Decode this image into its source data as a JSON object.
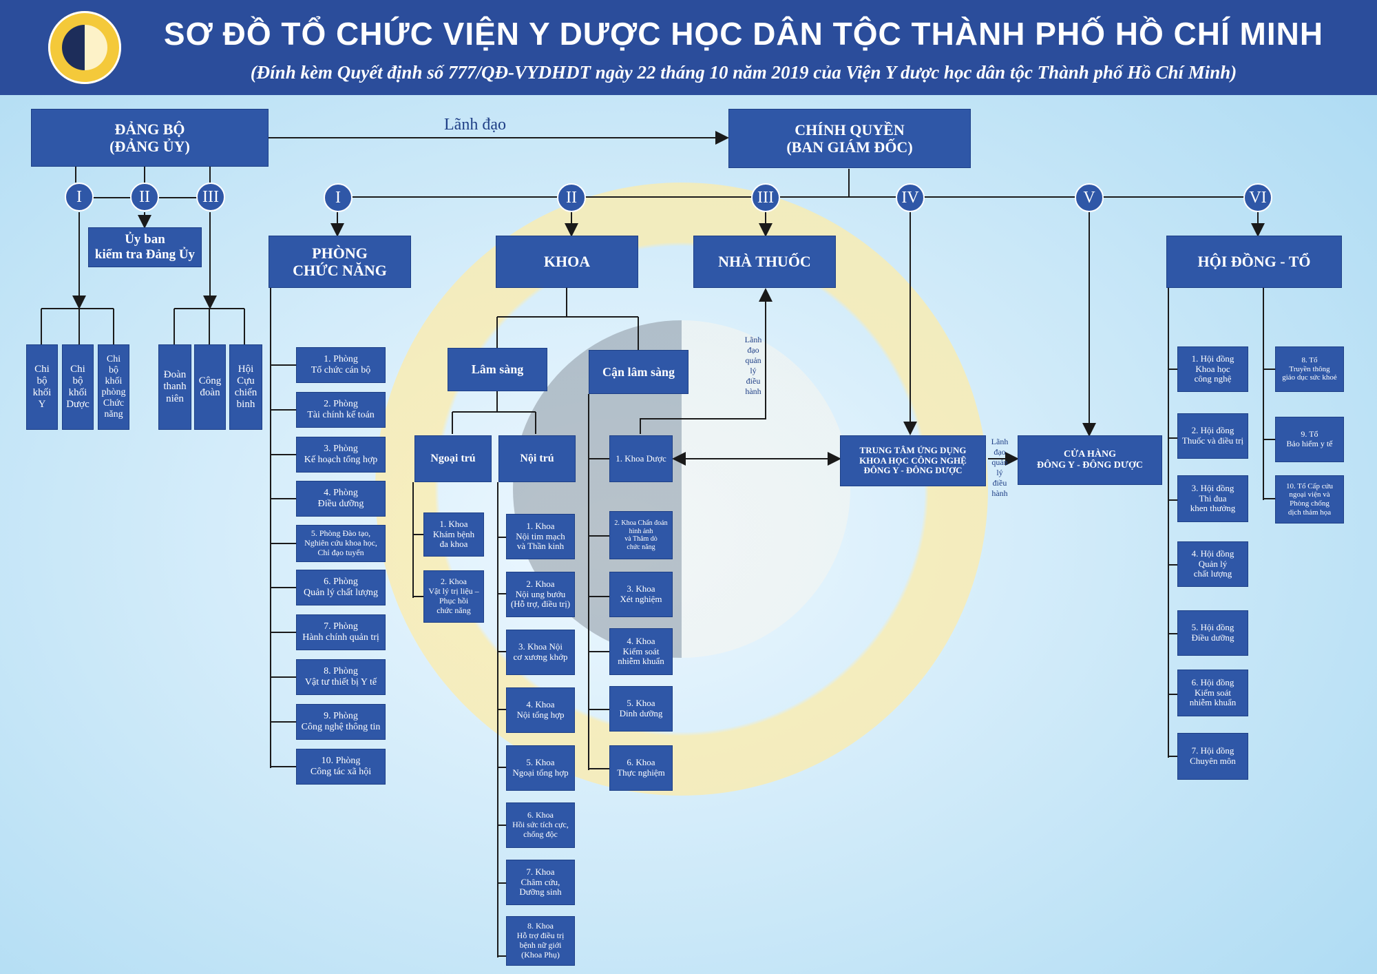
{
  "header": {
    "title": "SƠ ĐỒ TỔ CHỨC VIỆN Y DƯỢC HỌC DÂN TỘC THÀNH PHỐ HỒ CHÍ MINH",
    "subtitle": "(Đính kèm Quyết định số 777/QĐ-VYDHDT ngày 22 tháng 10 năm 2019 của Viện Y dược học dân tộc Thành phố Hồ Chí Minh)",
    "logo_icon": "institute-seal-icon"
  },
  "top": {
    "dang_bo": "ĐẢNG BỘ\n(ĐẢNG ỦY)",
    "chinh_quyen": "CHÍNH QUYỀN\n(BAN GIÁM ĐỐC)",
    "lanh_dao": "Lãnh đạo"
  },
  "party": {
    "numerals": [
      "I",
      "II",
      "III"
    ],
    "uy_ban": "Ủy ban\nkiểm tra Đảng Ủy",
    "group1": [
      "Chi\nbộ\nkhối\nY",
      "Chi\nbộ\nkhối\nDược",
      "Chi\nbộ\nkhối\nphòng\nChức\nnăng"
    ],
    "group3": [
      "Đoàn\nthanh\nniên",
      "Công\nđoàn",
      "Hội\nCựu\nchiến\nbinh"
    ]
  },
  "gov": {
    "numerals": [
      "I",
      "II",
      "III",
      "IV",
      "V",
      "VI"
    ],
    "phong_chuc_nang": "PHÒNG\nCHỨC NĂNG",
    "khoa": "KHOA",
    "nha_thuoc": "NHÀ THUỐC",
    "hoi_dong": "HỘI ĐỒNG - TỔ",
    "trung_tam": "TRUNG TÂM ỨNG DỤNG\nKHOA HỌC CÔNG NGHỆ\nĐÔNG Y - ĐÔNG DƯỢC",
    "cua_hang": "CỬA HÀNG\nĐÔNG Y - ĐÔNG DƯỢC",
    "lanh_dao_quan_ly": "Lãnh\nđạo\nquản\nlý\nđiều\nhành"
  },
  "phong": [
    "1. Phòng\nTổ chức cán bộ",
    "2. Phòng\nTài chính kế toán",
    "3. Phòng\nKế hoạch tổng hợp",
    "4. Phòng\nĐiều dưỡng",
    "5. Phòng Đào tạo,\nNghiên cứu khoa học,\nChỉ đạo tuyến",
    "6. Phòng\nQuản lý chất lượng",
    "7. Phòng\nHành chính quản trị",
    "8. Phòng\nVật tư thiết bị Y tế",
    "9. Phòng\nCông nghệ thông tin",
    "10. Phòng\nCông tác xã hội"
  ],
  "khoa_groups": {
    "lam_sang": "Lâm sàng",
    "can_lam_sang": "Cận lâm sàng",
    "ngoai_tru": "Ngoại trú",
    "noi_tru": "Nội trú"
  },
  "ngoai_tru_items": [
    "1. Khoa\nKhám bệnh\nđa khoa",
    "2. Khoa\nVật lý trị liệu –\nPhục hồi\nchức năng"
  ],
  "noi_tru_items": [
    "1. Khoa\nNội tim mạch\nvà Thần kinh",
    "2. Khoa\nNội ung bướu\n(Hỗ trợ, điều trị)",
    "3. Khoa Nội\ncơ xương khớp",
    "4. Khoa\nNội tổng hợp",
    "5. Khoa\nNgoại tổng hợp",
    "6. Khoa\nHồi sức tích cực,\nchống độc",
    "7. Khoa\nChâm cứu,\nDưỡng sinh",
    "8. Khoa\nHỗ trợ điều trị\nbệnh nữ giới\n(Khoa Phụ)"
  ],
  "can_lam_sang_items": [
    "1. Khoa Dược",
    "2. Khoa Chẩn đoán\nhình ảnh\nvà Thăm dò\nchức năng",
    "3. Khoa\nXét nghiệm",
    "4. Khoa\nKiểm soát\nnhiễm khuẩn",
    "5. Khoa\nDinh dưỡng",
    "6. Khoa\nThực nghiệm"
  ],
  "hoi_dong_left": [
    "1. Hội đồng\nKhoa học\ncông nghệ",
    "2. Hội đồng\nThuốc và điều trị",
    "3. Hội đồng\nThi đua\nkhen thưởng",
    "4. Hội đồng\nQuản lý\nchất lượng",
    "5. Hội đồng\nĐiều dưỡng",
    "6. Hội đồng\nKiểm soát\nnhiễm khuẩn",
    "7. Hội đồng\nChuyên môn"
  ],
  "hoi_dong_right": [
    "8. Tổ\nTruyền thông\ngiáo dục sức khoẻ",
    "9. Tổ\nBảo hiểm y tế",
    "10. Tổ Cấp cứu\nngoại viện và\nPhòng chống\ndịch thảm họa"
  ],
  "colors": {
    "box": "#2f57a7",
    "header": "#2b4d9b",
    "line": "#1a1a1a"
  }
}
